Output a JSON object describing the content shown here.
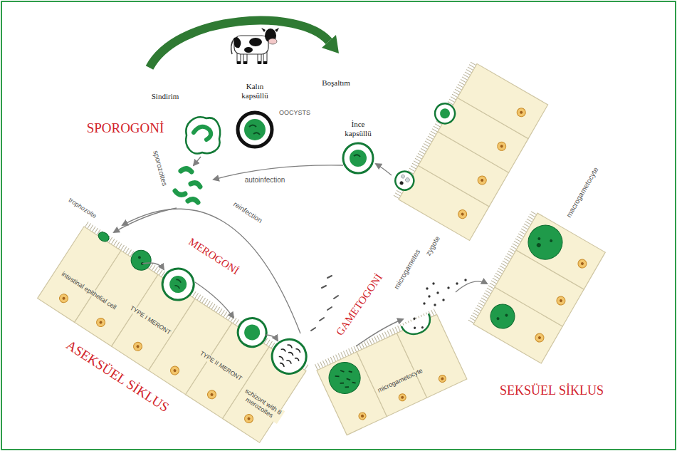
{
  "diagram": {
    "labels": [
      "Sindirim",
      "Kalın kapsüllü",
      "Boşaltım",
      "OOCYSTS",
      "İnce kapsüllü",
      "SPOROGONİ",
      "sporozoites",
      "autoinfection",
      "trophozoite",
      "reinfection",
      "MEROGONİ",
      "TYPE I MERONT",
      "TYPE II MERONT",
      "schizont with 8 merozoites",
      "intestinal epithelial cell",
      "ASEKSÜEL SİKLUS",
      "microgametes",
      "GAMETOGONİ",
      "microgametocyte",
      "zygote",
      "macrogametocyte",
      "SEKSÜEL SİKLUS"
    ]
  }
}
